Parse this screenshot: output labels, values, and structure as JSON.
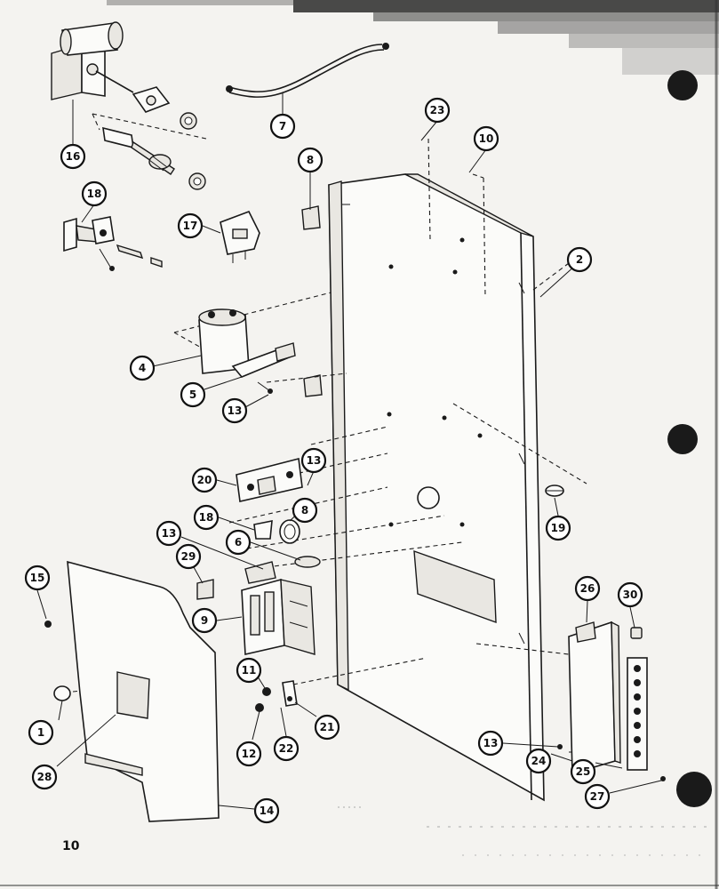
{
  "page_number": "10",
  "callouts": [
    {
      "id": "c16a",
      "label": "16"
    },
    {
      "id": "c7",
      "label": "7"
    },
    {
      "id": "c23",
      "label": "23"
    },
    {
      "id": "c10",
      "label": "10"
    },
    {
      "id": "c8a",
      "label": "8"
    },
    {
      "id": "c18a",
      "label": "18"
    },
    {
      "id": "c17",
      "label": "17"
    },
    {
      "id": "c2",
      "label": "2"
    },
    {
      "id": "c4",
      "label": "4"
    },
    {
      "id": "c5",
      "label": "5"
    },
    {
      "id": "c13a",
      "label": "13"
    },
    {
      "id": "c20",
      "label": "20"
    },
    {
      "id": "c13b",
      "label": "13"
    },
    {
      "id": "c8b",
      "label": "8"
    },
    {
      "id": "c18b",
      "label": "18"
    },
    {
      "id": "c6",
      "label": "6"
    },
    {
      "id": "c19",
      "label": "19"
    },
    {
      "id": "c13c",
      "label": "13"
    },
    {
      "id": "c29",
      "label": "29"
    },
    {
      "id": "c15",
      "label": "15"
    },
    {
      "id": "c9",
      "label": "9"
    },
    {
      "id": "c26",
      "label": "26"
    },
    {
      "id": "c30",
      "label": "30"
    },
    {
      "id": "c11",
      "label": "11"
    },
    {
      "id": "c1",
      "label": "1"
    },
    {
      "id": "c12",
      "label": "12"
    },
    {
      "id": "c22",
      "label": "22"
    },
    {
      "id": "c21",
      "label": "21"
    },
    {
      "id": "c13d",
      "label": "13"
    },
    {
      "id": "c28",
      "label": "28"
    },
    {
      "id": "c24",
      "label": "24"
    },
    {
      "id": "c25",
      "label": "25"
    },
    {
      "id": "c27",
      "label": "27"
    },
    {
      "id": "c14",
      "label": "14"
    }
  ]
}
